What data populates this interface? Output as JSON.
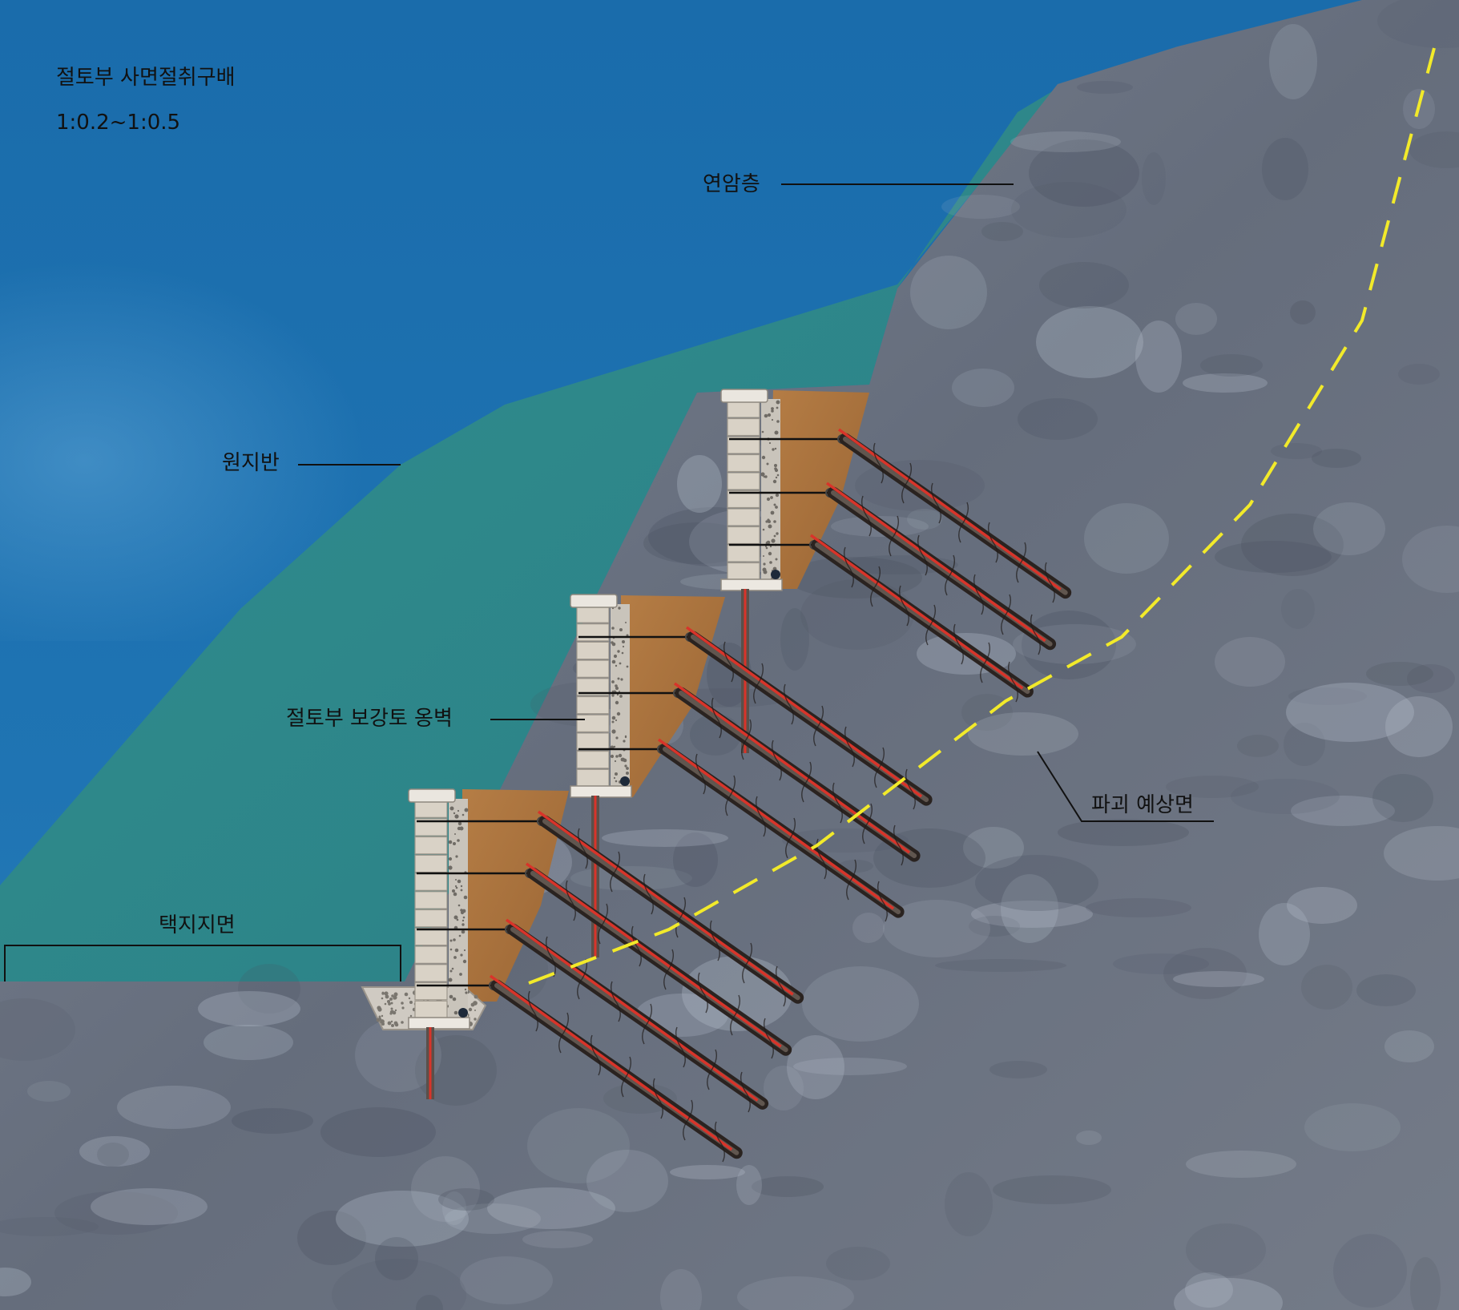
{
  "diagram": {
    "heading": {
      "title": "절토부 사면절취구배",
      "ratio": "1:0.2~1:0.5"
    },
    "labels": {
      "soft_rock": "연암층",
      "original_ground": "원지반",
      "retaining_wall": "절토부 보강토 옹벽",
      "failure_surface": "파괴 예상면",
      "site_ground": "택지지면"
    },
    "colors": {
      "sky": "#1a6fae",
      "original_ground": "#2f8a8c",
      "rock": "#6b7382",
      "backfill": "#a8703c",
      "block": "#d6cec2",
      "failure_line": "#f2ea2a",
      "nail_core": "#d8342a"
    }
  }
}
